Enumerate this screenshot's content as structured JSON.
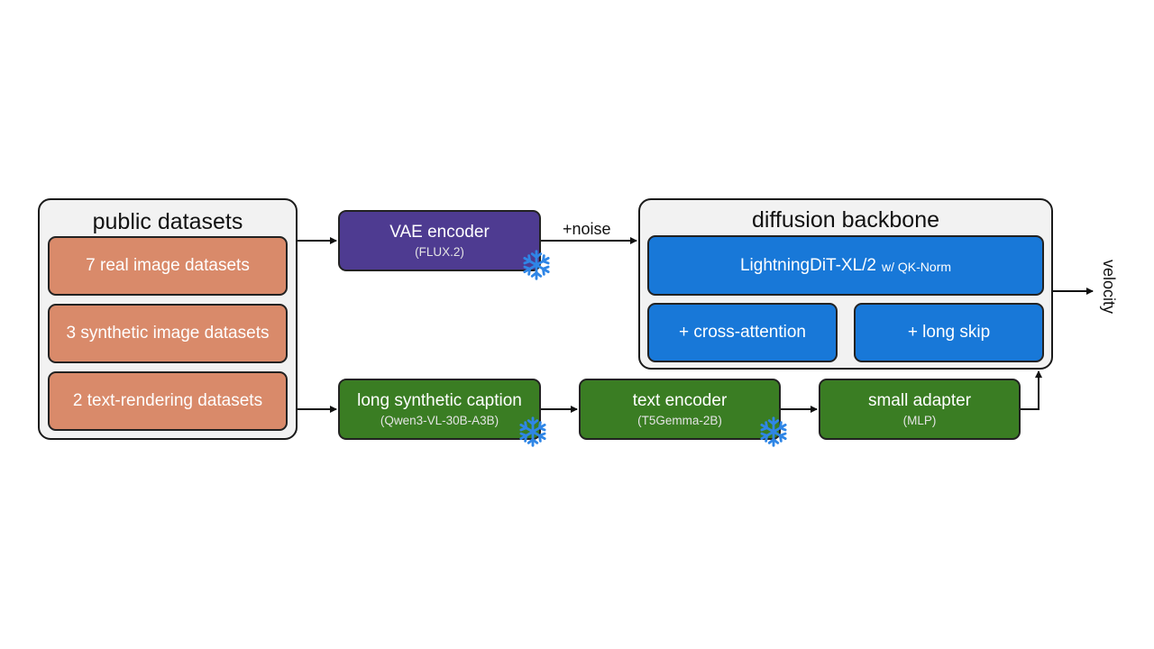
{
  "public_datasets": {
    "title": "public datasets",
    "items": [
      "7 real image datasets",
      "3 synthetic image datasets",
      "2 text-rendering datasets"
    ]
  },
  "vae": {
    "name": "VAE encoder",
    "sub": "(FLUX.2)"
  },
  "noise_label": "+noise",
  "caption": {
    "name": "long synthetic caption",
    "sub": "(Qwen3-VL-30B-A3B)"
  },
  "text_encoder": {
    "name": "text encoder",
    "sub": "(T5Gemma-2B)"
  },
  "adapter": {
    "name": "small adapter",
    "sub": "(MLP)"
  },
  "backbone": {
    "title": "diffusion backbone",
    "model": "LightningDiT-XL/2",
    "model_note": "w/ QK-Norm",
    "cross_attention": "+ cross-attention",
    "long_skip": "+ long skip"
  },
  "output_label": "velocity",
  "colors": {
    "dataset": "#d98a6a",
    "text_path": "#3a7d23",
    "backbone": "#1878d8",
    "vae": "#4e3b91",
    "frozen": "#2f86e6"
  },
  "icons": {
    "frozen": "snowflake-icon"
  }
}
